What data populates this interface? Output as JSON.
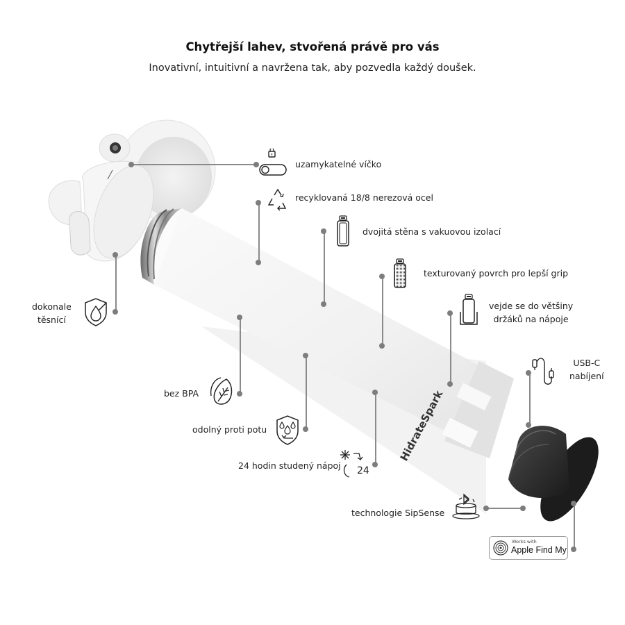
{
  "header": {
    "title": "Chytřejší lahev, stvořená právě pro vás",
    "subtitle": "Inovativní, intuitivní a navržena tak, aby pozvedla každý doušek."
  },
  "product": {
    "brand_text": "HidrateSpark",
    "colors": {
      "bottle": "#f1f1f1",
      "base": "#2b2b2b",
      "line": "#8a8a8a",
      "dot": "#7d7d7d"
    }
  },
  "features": [
    {
      "id": "locking-lid",
      "icon": "lock-toggle-icon",
      "label": "uzamykatelné víčko"
    },
    {
      "id": "recycled-steel",
      "icon": "recycle-icon",
      "label": "recyklovaná 18/8 nerezová ocel"
    },
    {
      "id": "double-wall",
      "icon": "bottle-insulated-icon",
      "label": "dvojitá stěna s vakuovou izolací"
    },
    {
      "id": "textured-grip",
      "icon": "bottle-textured-icon",
      "label": "texturovaný  povrch pro lepší grip"
    },
    {
      "id": "cup-holder",
      "icon": "bottle-cup-holder-icon",
      "label_line1": "vejde se do většiny",
      "label_line2": "držáků na nápoje"
    },
    {
      "id": "usb-c",
      "icon": "usb-c-cable-icon",
      "label_line1": "USB-C",
      "label_line2": "nabíjení"
    },
    {
      "id": "leakproof",
      "icon": "shield-drop-icon",
      "label_line1": "dokonale",
      "label_line2": "těsnící"
    },
    {
      "id": "bpa-free",
      "icon": "leaf-icon",
      "label": "bez BPA"
    },
    {
      "id": "sweat-proof",
      "icon": "shield-droplets-icon",
      "label": "odolný proti potu"
    },
    {
      "id": "cold-24h",
      "icon": "snowflake-24-icon",
      "label": "24 hodin studený nápoj",
      "icon_text": "24"
    },
    {
      "id": "sipsense",
      "icon": "bluetooth-puck-icon",
      "label": "technologie SipSense"
    }
  ],
  "badge": {
    "small_text": "Works with",
    "big_text": "Apple Find My"
  }
}
